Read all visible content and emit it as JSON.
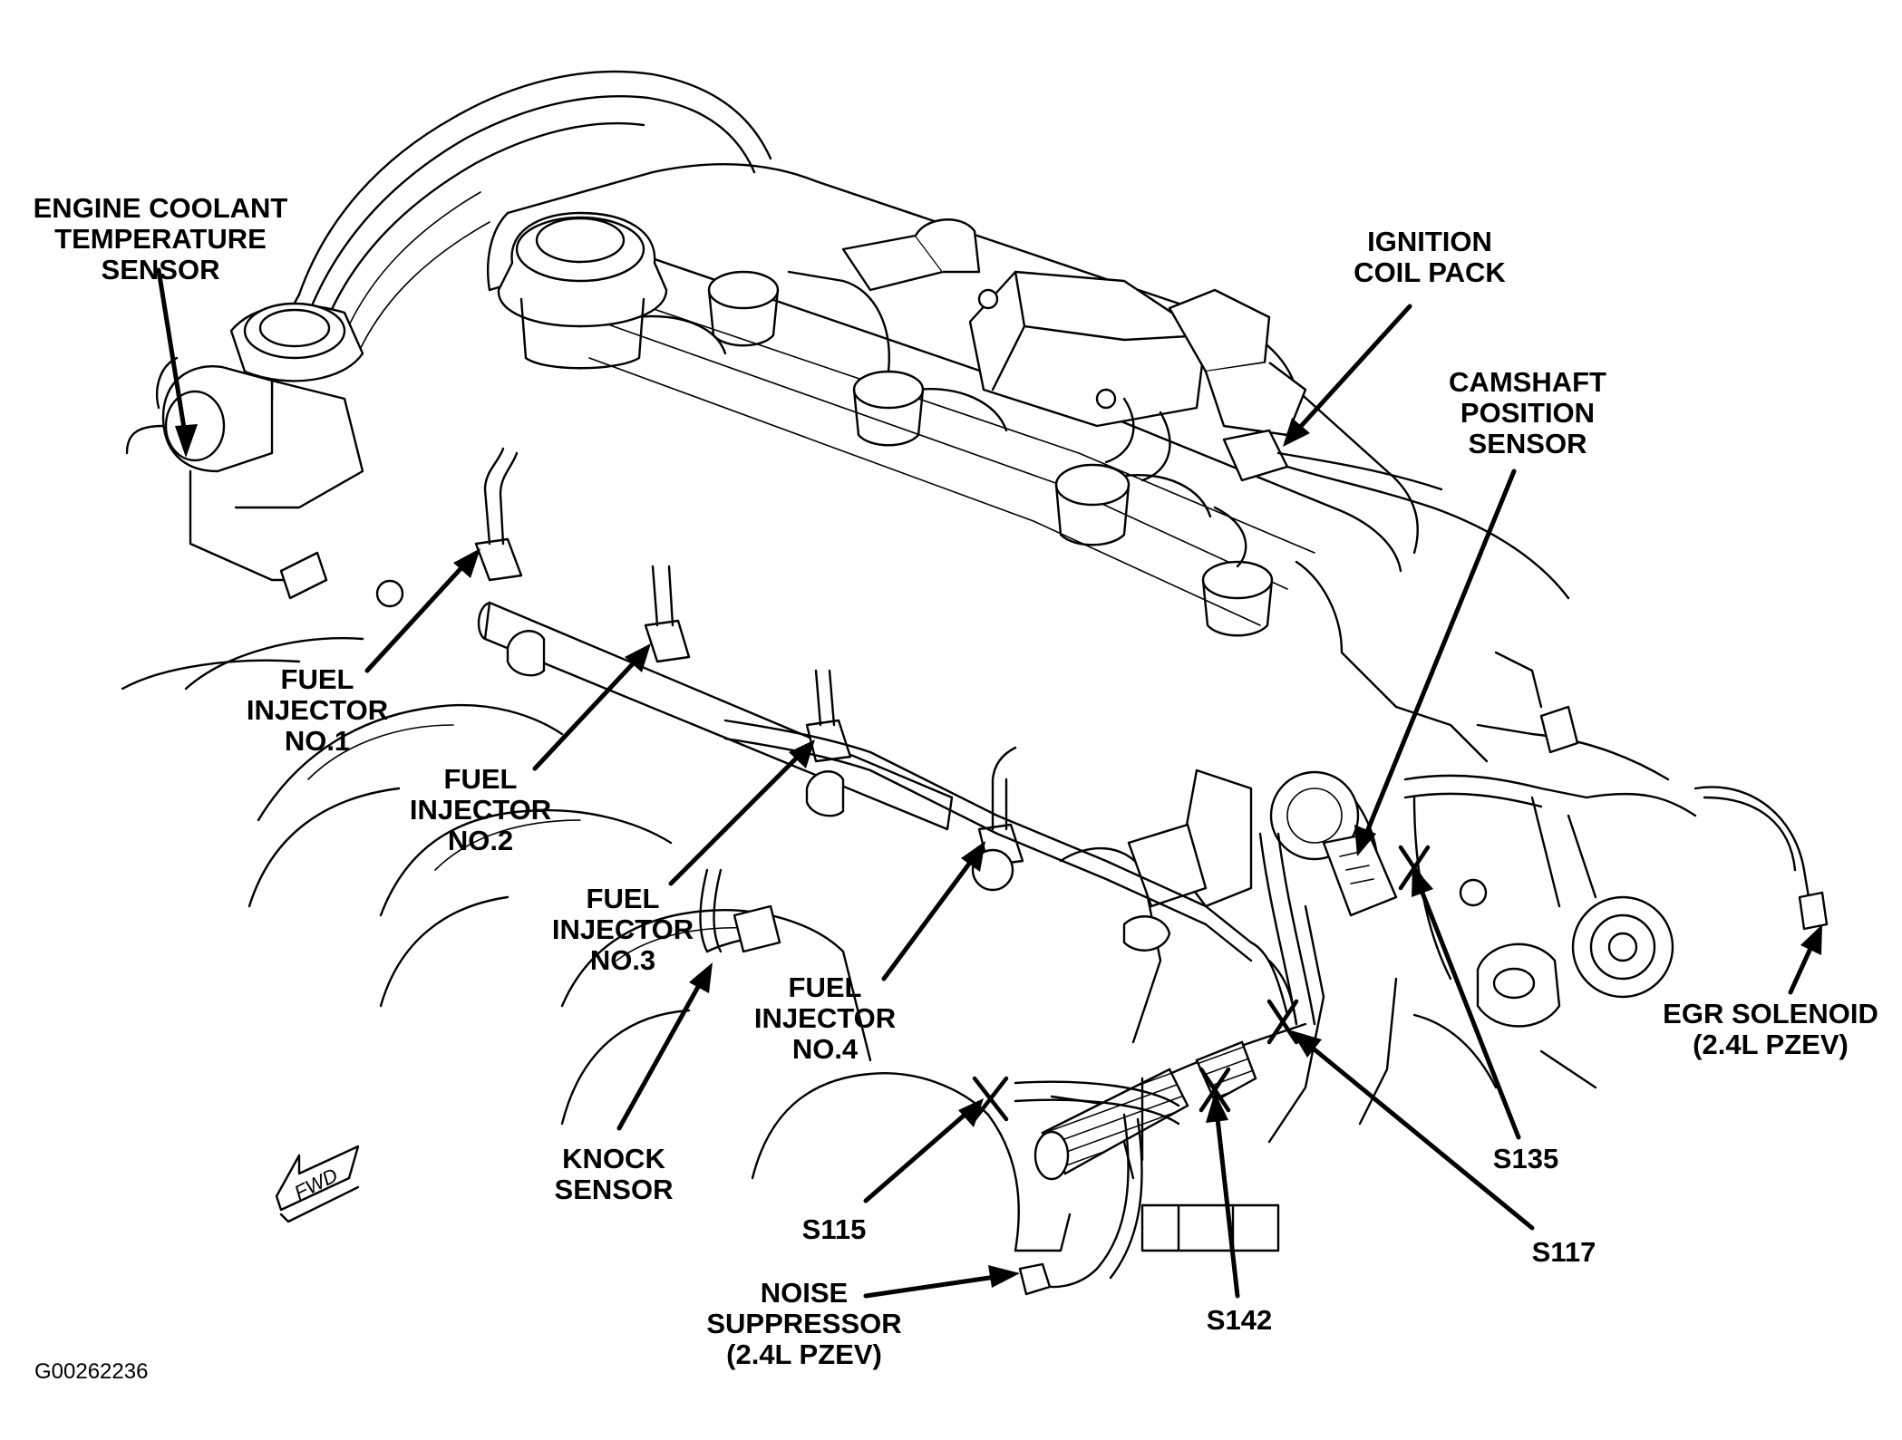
{
  "diagram": {
    "figure_id": "G00262236",
    "fwd_marker": "FWD",
    "colors": {
      "line": "#000000",
      "background": "#ffffff"
    },
    "components": {
      "engine_coolant_temperature_sensor": [
        "ENGINE COOLANT",
        "TEMPERATURE",
        "SENSOR"
      ],
      "ignition_coil_pack": [
        "IGNITION",
        "COIL PACK"
      ],
      "camshaft_position_sensor": [
        "CAMSHAFT",
        "POSITION",
        "SENSOR"
      ],
      "fuel_injector_1": [
        "FUEL",
        "INJECTOR",
        "NO.1"
      ],
      "fuel_injector_2": [
        "FUEL",
        "INJECTOR",
        "NO.2"
      ],
      "fuel_injector_3": [
        "FUEL",
        "INJECTOR",
        "NO.3"
      ],
      "fuel_injector_4": [
        "FUEL",
        "INJECTOR",
        "NO.4"
      ],
      "knock_sensor": [
        "KNOCK",
        "SENSOR"
      ],
      "egr_solenoid": [
        "EGR SOLENOID",
        "(2.4L PZEV)"
      ],
      "noise_suppressor": [
        "NOISE",
        "SUPPRESSOR",
        "(2.4L PZEV)"
      ]
    },
    "splices": {
      "s115": "S115",
      "s142": "S142",
      "s117": "S117",
      "s135": "S135"
    }
  }
}
